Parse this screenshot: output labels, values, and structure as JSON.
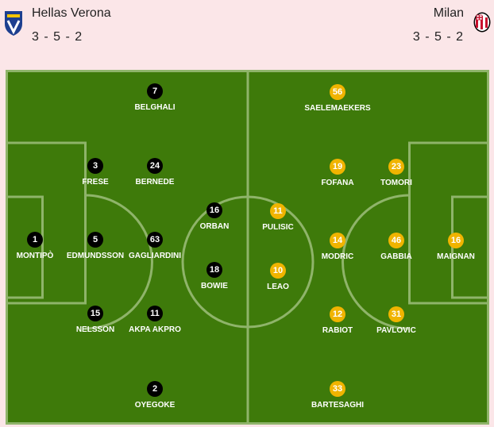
{
  "home": {
    "name": "Hellas Verona",
    "formation": "3 - 5 - 2",
    "crest_icon": "hellas-verona-crest-icon",
    "color": "#000000",
    "players": [
      {
        "number": "1",
        "name": "MONTIPÒ"
      },
      {
        "number": "3",
        "name": "FRESE"
      },
      {
        "number": "5",
        "name": "EDMUNDSSON"
      },
      {
        "number": "15",
        "name": "NELSSON"
      },
      {
        "number": "7",
        "name": "BELGHALI"
      },
      {
        "number": "24",
        "name": "BERNEDE"
      },
      {
        "number": "63",
        "name": "GAGLIARDINI"
      },
      {
        "number": "11",
        "name": "AKPA AKPRO"
      },
      {
        "number": "2",
        "name": "OYEGOKE"
      },
      {
        "number": "16",
        "name": "ORBAN"
      },
      {
        "number": "18",
        "name": "BOWIE"
      }
    ]
  },
  "away": {
    "name": "Milan",
    "formation": "3 - 5 - 2",
    "crest_icon": "ac-milan-crest-icon",
    "color": "#f0b400",
    "players": [
      {
        "number": "16",
        "name": "MAIGNAN"
      },
      {
        "number": "23",
        "name": "TOMORI"
      },
      {
        "number": "46",
        "name": "GABBIA"
      },
      {
        "number": "31",
        "name": "PAVLOVIC"
      },
      {
        "number": "56",
        "name": "SAELEMAEKERS"
      },
      {
        "number": "19",
        "name": "FOFANA"
      },
      {
        "number": "14",
        "name": "MODRIC"
      },
      {
        "number": "12",
        "name": "RABIOT"
      },
      {
        "number": "33",
        "name": "BARTESAGHI"
      },
      {
        "number": "11",
        "name": "PULISIC"
      },
      {
        "number": "10",
        "name": "LEAO"
      }
    ]
  },
  "pitch_color": "#3e7a0a"
}
